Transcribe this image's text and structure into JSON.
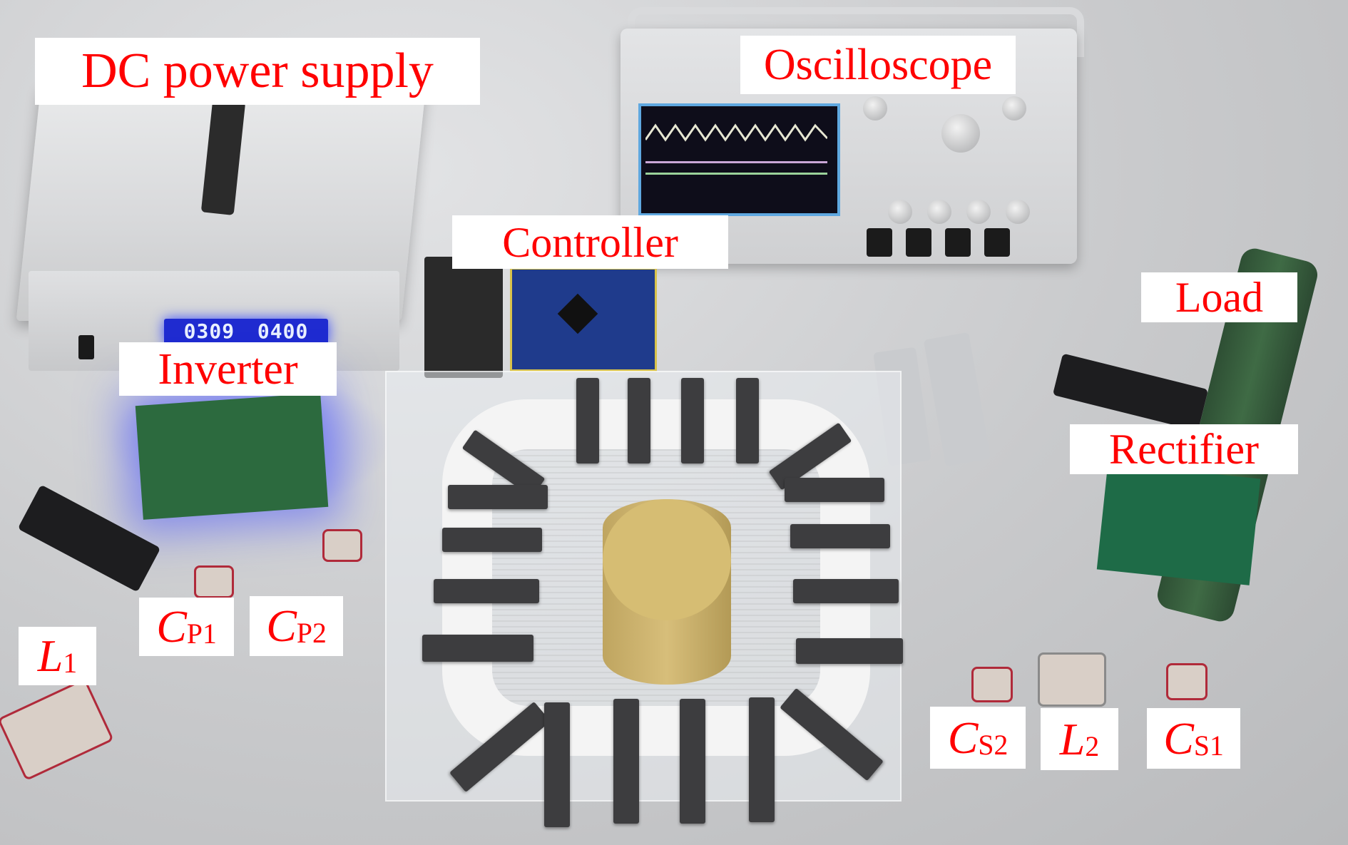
{
  "figure": {
    "description": "Experimental setup photograph of wireless power transfer system",
    "colors": {
      "label_text": "#ff0000",
      "label_bg": "#ffffff"
    }
  },
  "labels": {
    "dc_power_supply": "DC power supply",
    "oscilloscope": "Oscilloscope",
    "controller": "Controller",
    "inverter": "Inverter",
    "load": "Load",
    "rectifier": "Rectifier",
    "l1": {
      "symbol": "L",
      "subscript": "1"
    },
    "cp1": {
      "symbol": "C",
      "subscript": "P1"
    },
    "cp2": {
      "symbol": "C",
      "subscript": "P2"
    },
    "cs2": {
      "symbol": "C",
      "subscript": "S2"
    },
    "l2": {
      "symbol": "L",
      "subscript": "2"
    },
    "cs1": {
      "symbol": "C",
      "subscript": "S1"
    }
  },
  "devices": {
    "dc_supply_display": {
      "voltage_left": "0309",
      "voltage_right": "0400"
    }
  }
}
